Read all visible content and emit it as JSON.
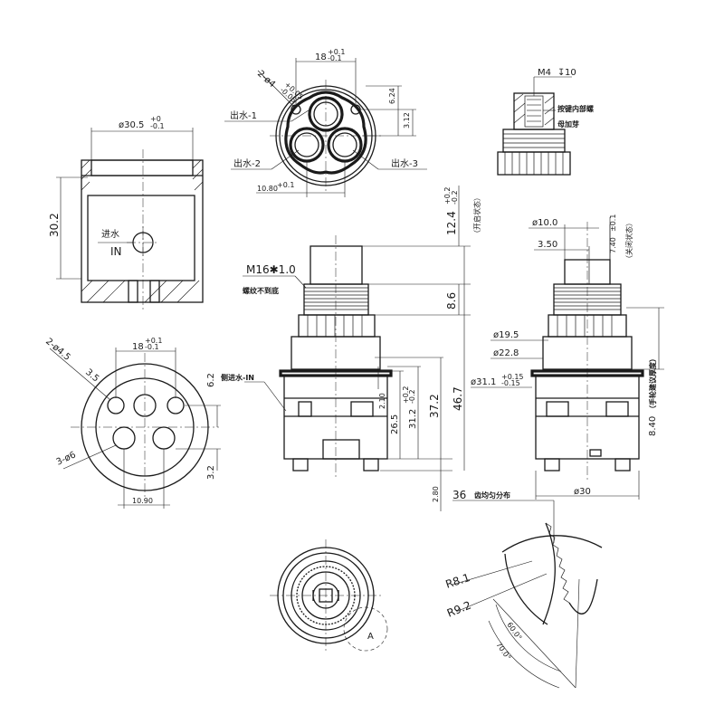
{
  "top_view": {
    "dim_width": "18",
    "tol_width_up": "+0.1",
    "tol_width_down": "-0.1",
    "holes": "2-ø4",
    "tol_holes_up": "+0.05",
    "tol_holes_down": "-0.05",
    "dim_v1": "6.24",
    "dim_v2": "3.12",
    "dim_bottom": "10.80",
    "tol_bottom": "+0.1",
    "label_out1": "出水-1",
    "label_out2": "出水-2",
    "label_out3": "出水-3"
  },
  "top_right": {
    "thread": "M4",
    "depth": "10",
    "note_line1": "按键内部螺",
    "note_line2": "母加芽"
  },
  "section_view": {
    "dia": "ø30.5",
    "tol_dia_up": "+0",
    "tol_dia_down": "-0.1",
    "height": "30.2",
    "label_inlet_cn": "进水",
    "label_inlet_en": "IN"
  },
  "bottom_view": {
    "holes": "2-ø4.5",
    "depth": "3.5",
    "dim_width": "18",
    "tol_up": "+0.1",
    "tol_down": "-0.1",
    "small_holes": "3-ø6",
    "dim_v1": "6.2",
    "dim_v2": "3.2",
    "dim_bottom": "10.90"
  },
  "front_view": {
    "dim_stem": "12.4",
    "tol_stem_up": "+0.2",
    "tol_stem_down": "-0.2",
    "note_open": "（开启状态）",
    "thread": "M16✱1.0",
    "thread_note": "螺纹不到底",
    "dim_thread": "8.6",
    "side_in": "侧进水-IN",
    "dim_a": "2.10",
    "dim_b": "26.5",
    "dim_c": "31.2",
    "tol_c_up": "+0.2",
    "tol_c_down": "-0.2",
    "dim_d": "37.2",
    "dim_e": "46.7",
    "dim_f": "2.80"
  },
  "right_view": {
    "dia_stem": "ø10.0",
    "dim_flat": "3.50",
    "dim_flat_h": "7.40",
    "tol_flat_h": "±0.1",
    "note_closed": "（关闭状态）",
    "dia1": "ø19.5",
    "dia2": "ø22.8",
    "dia3": "ø31.1",
    "tol_dia3_up": "+0.15",
    "tol_dia3_down": "-0.15",
    "dim_side": "8.40",
    "note_side": "（手轮建议厚度）",
    "dia_body": "ø30"
  },
  "spline_detail": {
    "teeth": "36",
    "teeth_note": "齿均匀分布",
    "r_inner": "R8.1",
    "r_outer": "R9.2",
    "angle1": "60.0°",
    "angle2": "70.0°"
  },
  "end_view": {
    "mark": "A"
  }
}
